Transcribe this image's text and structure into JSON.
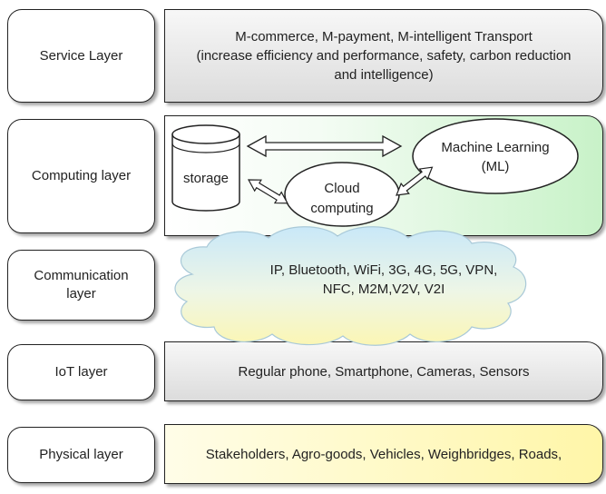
{
  "layers": {
    "service": {
      "label": "Service Layer",
      "line1": "M-commerce, M-payment, M-intelligent Transport",
      "line2": "(increase efficiency and performance, safety, carbon reduction",
      "line3": "and intelligence)"
    },
    "computing": {
      "label": "Computing layer",
      "storage": "storage",
      "cloud_line1": "Cloud",
      "cloud_line2": "computing",
      "ml_line1": "Machine Learning",
      "ml_line2": "(ML)"
    },
    "communication": {
      "label_line1": "Communication",
      "label_line2": "layer",
      "line1": "IP, Bluetooth, WiFi, 3G, 4G, 5G, VPN,",
      "line2": "NFC, M2M,V2V, V2I"
    },
    "iot": {
      "label": "IoT layer",
      "text": "Regular phone, Smartphone, Cameras, Sensors"
    },
    "physical": {
      "label": "Physical layer",
      "text": "Stakeholders, Agro-goods, Vehicles, Weighbridges,  Roads,"
    }
  }
}
